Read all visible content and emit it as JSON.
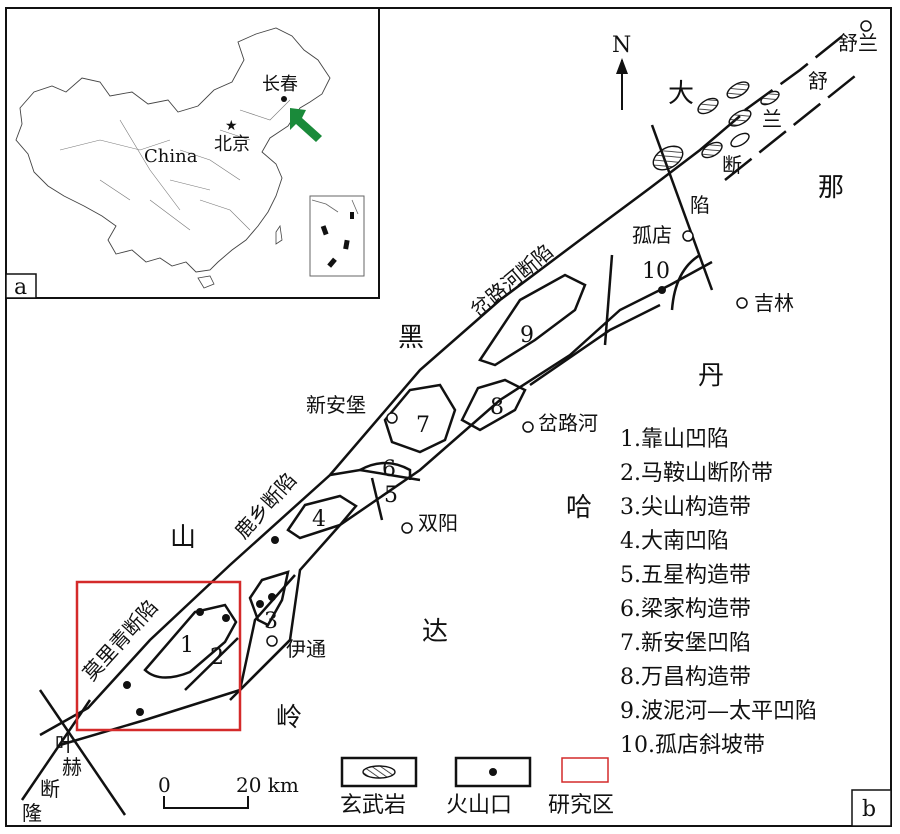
{
  "panels": {
    "inset_label": "a",
    "main_label": "b"
  },
  "inset": {
    "country_label": "China",
    "capital_label": "北京",
    "city_label": "长春",
    "arrow_color": "#1a8a3a",
    "capital_marker_color": "#d42020"
  },
  "north_arrow": {
    "label": "N"
  },
  "region_chars": {
    "da": "大",
    "na": "那",
    "hei": "黑",
    "dan": "丹",
    "shan": "山",
    "ha": "哈",
    "da2": "达",
    "ling": "岭"
  },
  "fault_labels": {
    "shulan": [
      "舒",
      "兰",
      "断",
      "陷"
    ],
    "chaluhe": "岔路河断陷",
    "luxiang": "鹿乡断陷",
    "molicing": "莫里青断陷",
    "yehe": [
      "叶",
      "赫",
      "断",
      "隆"
    ]
  },
  "cities": {
    "shulan": "舒兰",
    "gudian": "孤店",
    "jilin": "吉林",
    "xinanpu": "新安堡",
    "chaluhe": "岔路河",
    "shuangyang": "双阳",
    "yitong": "伊通"
  },
  "unit_numbers": [
    "1",
    "2",
    "3",
    "4",
    "5",
    "6",
    "7",
    "8",
    "9",
    "10"
  ],
  "legend_units": [
    "1.靠山凹陷",
    "2.马鞍山断阶带",
    "3.尖山构造带",
    "4.大南凹陷",
    "5.五星构造带",
    "6.梁家构造带",
    "7.新安堡凹陷",
    "8.万昌构造带",
    "9.波泥河—太平凹陷",
    "10.孤店斜坡带"
  ],
  "scale_bar": {
    "start": "0",
    "end": "20 km"
  },
  "symbol_legend": {
    "basalt": "玄武岩",
    "vent": "火山口",
    "study_area": "研究区",
    "study_area_color": "#d42a2a"
  }
}
